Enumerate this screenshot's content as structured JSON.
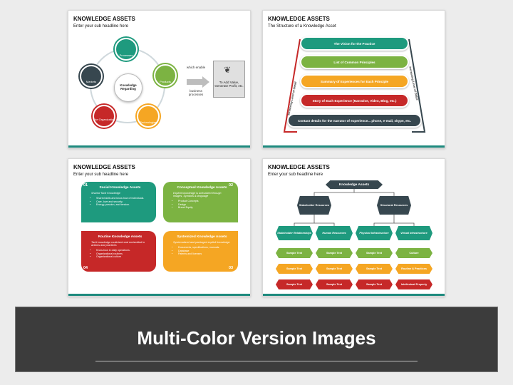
{
  "slides": [
    {
      "title": "KNOWLEDGE ASSETS",
      "subtitle": "Enter your sub headline here",
      "center": "Knowledge Regarding",
      "nodes": [
        "Processes",
        "Products",
        "Technologies",
        "The Organization",
        "Markets"
      ],
      "arrow_top": "which enable",
      "arrow_bottom": "business processes",
      "result": "To Add Value, Generate Profit, etc."
    },
    {
      "title": "KNOWLEDGE ASSETS",
      "subtitle": "The Structure of a Knowledge Asset",
      "levels": [
        "The Vision for the Practice",
        "List of Common Principles",
        "Summary of Experiences for Each Principle",
        "Story of Each Experience (Narrative, Video, Blog, etc.)",
        "Contact details for the narrator of experience... phone, e-mail, skype, etc."
      ],
      "left_axis": "Increasing Level of Detail",
      "right_axis": "Increasing Level of Detail"
    },
    {
      "title": "KNOWLEDGE ASSETS",
      "subtitle": "Enter your sub headline here",
      "quadrants": [
        {
          "num": "01",
          "title": "Social Knowledge Assets",
          "desc": "Shared Tacit Knowledge",
          "items": [
            "Shared skills and know-how of individuals.",
            "Care, love and security.",
            "Energy, passion, and tension."
          ]
        },
        {
          "num": "02",
          "title": "Conceptual Knowledge Assets",
          "desc": "Explicit knowledge is articulated through images, Symbols & language",
          "items": [
            "Product Concepts",
            "Design",
            "Brand Equity"
          ]
        },
        {
          "num": "04",
          "title": "Routine Knowledge Assets",
          "desc": "Tacit knowledge routinized and embedded in actions and practices",
          "items": [
            "Know-how in daily operations.",
            "Organizational routines",
            "Organizational culture"
          ]
        },
        {
          "num": "03",
          "title": "Systemized Knowledge Assets",
          "desc": "Systematized and packaged explicit knowledge",
          "items": [
            "Documents, specifications, manuals.",
            "Database",
            "Patents and licenses"
          ]
        }
      ]
    },
    {
      "title": "KNOWLEDGE ASSETS",
      "subtitle": "Enter your sub headline here",
      "root": "Knowledge Assets",
      "branches": [
        "Stakeholder Resources",
        "Structural Resources"
      ],
      "leaves": [
        "Stakeholder Relationships",
        "Human Resources",
        "Physical Infrastructure",
        "Virtual Infrastructure"
      ],
      "row1": [
        "Sample Text",
        "Sample Text",
        "Sample Text",
        "Culture"
      ],
      "row2": [
        "Sample Text",
        "Sample Text",
        "Sample Text",
        "Routine & Practices"
      ],
      "row3": [
        "Sample Text",
        "Sample Text",
        "Sample Text",
        "Intellectual Property"
      ]
    }
  ],
  "banner": "Multi-Color Version Images",
  "colors": {
    "teal": "#1e9a7e",
    "green": "#7cb342",
    "orange": "#f5a623",
    "red": "#c62828",
    "slate": "#37474f",
    "navy": "#2c3e50"
  }
}
